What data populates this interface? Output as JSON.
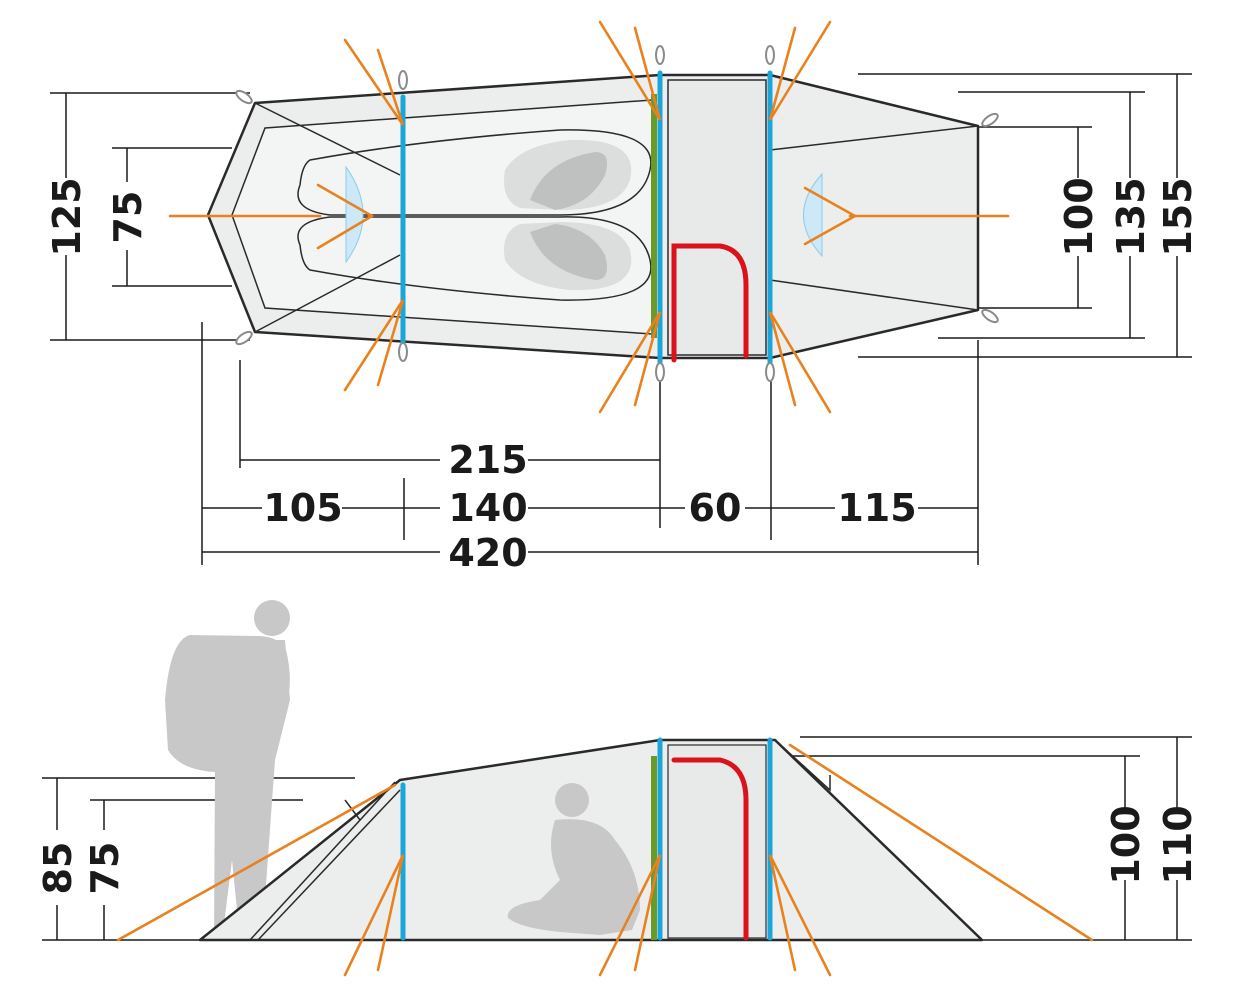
{
  "top_view": {
    "dims": {
      "left_outer": "125",
      "left_inner": "75",
      "right_inner": "100",
      "right_mid": "135",
      "right_outer": "155",
      "inner_length": "215",
      "seg_vestibule": "105",
      "seg_sleeping": "140",
      "seg_entrance": "60",
      "seg_rear": "115",
      "total_length": "420"
    }
  },
  "side_view": {
    "dims": {
      "left_outer": "85",
      "left_inner": "75",
      "right_inner": "100",
      "right_outer": "110"
    }
  },
  "colors": {
    "guylines": "#e8821e",
    "poles": "#1ba6d9",
    "green_pole": "#6a9a2a",
    "zipper": "#d9121b",
    "fabric": "#eceeee",
    "silhouette": "#c8c8c8"
  }
}
